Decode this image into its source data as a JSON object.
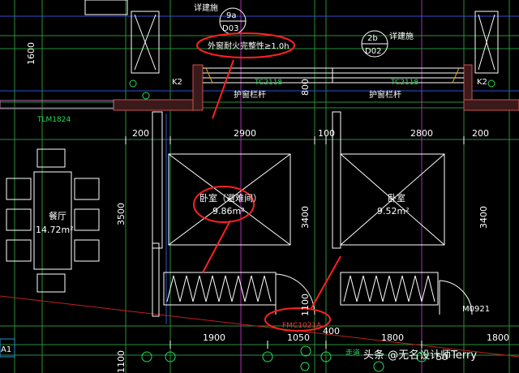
{
  "callouts": {
    "detail_left_note": "详建施",
    "detail_left_num": "9a",
    "detail_left_code": "D03",
    "detail_right_note": "详建施",
    "detail_right_num": "2b",
    "detail_right_code": "D02",
    "window_note": "外窗耐火完整性≥1.0h"
  },
  "windows": {
    "tc_left": "TC2118",
    "tc_right": "TC2118",
    "rail_left": "护窗栏杆",
    "rail_right": "护窗栏杆",
    "k2_left": "K2",
    "k2_right": "K2",
    "tlm": "TLM1824"
  },
  "rooms": {
    "dining_name": "餐厅",
    "dining_area": "14.72m²",
    "bed1_name": "卧室（避难间）",
    "bed1_area": "9.86m²",
    "bed2_name": "卧室",
    "bed2_area": "9.52m²"
  },
  "doors": {
    "fmc": "FMC1021A",
    "m0921": "M0921"
  },
  "dims": {
    "d1600": "1600",
    "d200a": "200",
    "d2900": "2900",
    "d100a": "100",
    "d2800": "2800",
    "d200b": "200",
    "d3500": "3500",
    "d3400a": "3400",
    "d3400b": "3400",
    "d800": "800",
    "d1100a": "1100",
    "d1100b": "1100",
    "d1900": "1900",
    "d1050": "1050",
    "d400": "400",
    "d1800a": "1800",
    "d1800b": "1800",
    "d50": "50"
  },
  "misc": {
    "corner_label": "A1",
    "axis_label": "走道",
    "watermark": "头条 @无名设计师Terry"
  }
}
